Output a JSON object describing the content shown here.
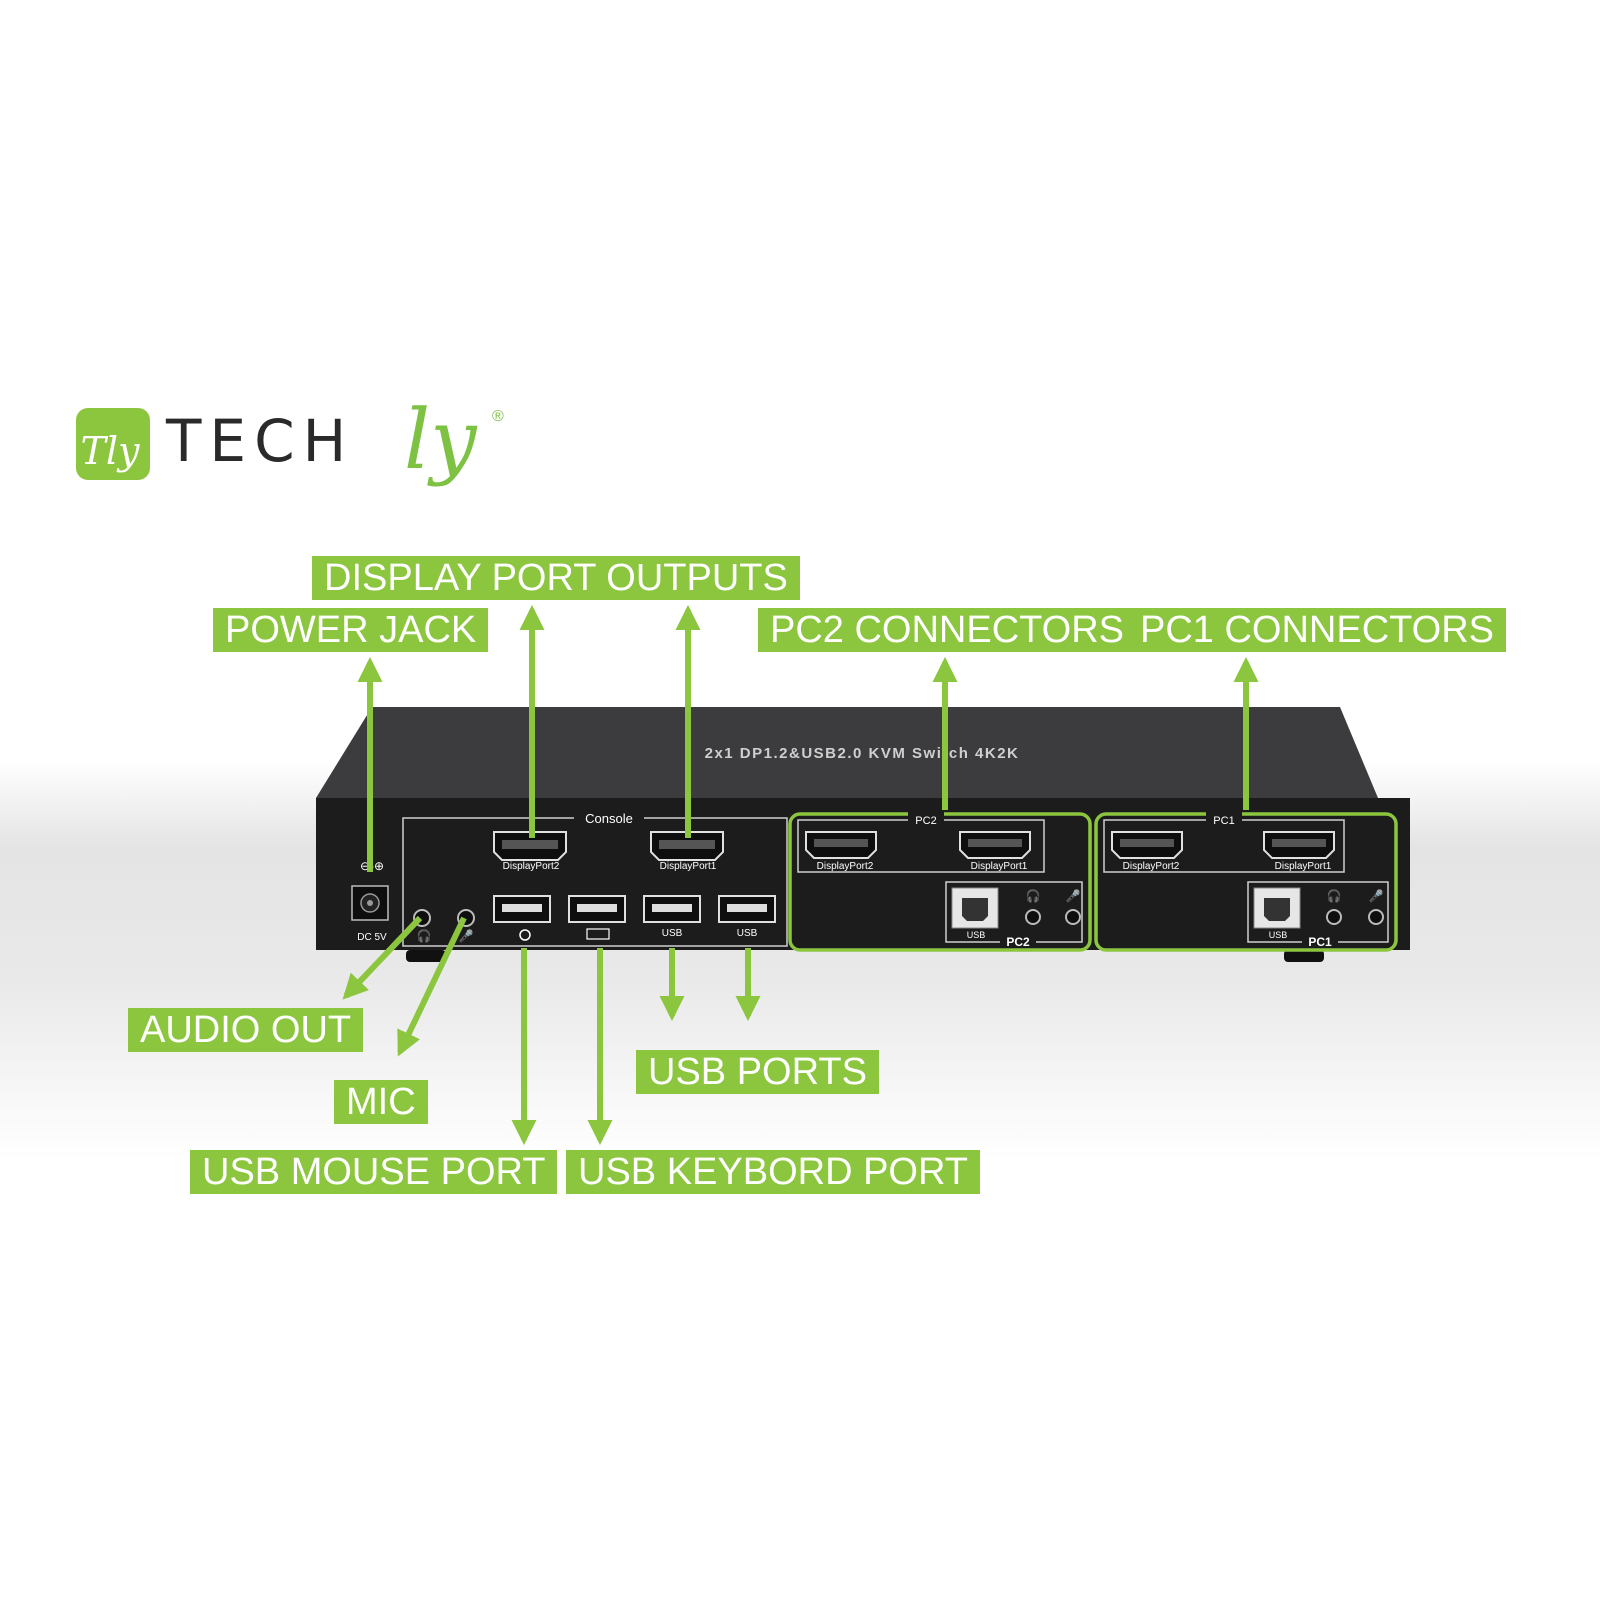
{
  "brand": {
    "logo_letters": "Tly",
    "wordmark": "TECH",
    "wordmark_script": "ly",
    "registered": "®",
    "accent": "#8cc63f"
  },
  "device": {
    "model_text": "2x1 DP1.2&USB2.0 KVM Switch 4K2K",
    "console_label": "Console",
    "pc2_label": "PC2",
    "pc1_label": "PC1",
    "dp2_label": "DisplayPort2",
    "dp1_label": "DisplayPort1",
    "usb_label": "USB",
    "dc_label": "DC 5V"
  },
  "callouts": {
    "display_port_outputs": "DISPLAY PORT OUTPUTS",
    "power_jack": "POWER JACK",
    "pc2_connectors": "PC2 CONNECTORS",
    "pc1_connectors": "PC1 CONNECTORS",
    "audio_out": "AUDIO OUT",
    "mic": "MIC",
    "usb_ports": "USB PORTS",
    "usb_mouse_port": "USB MOUSE PORT",
    "usb_keybord_port": "USB KEYBORD PORT"
  }
}
